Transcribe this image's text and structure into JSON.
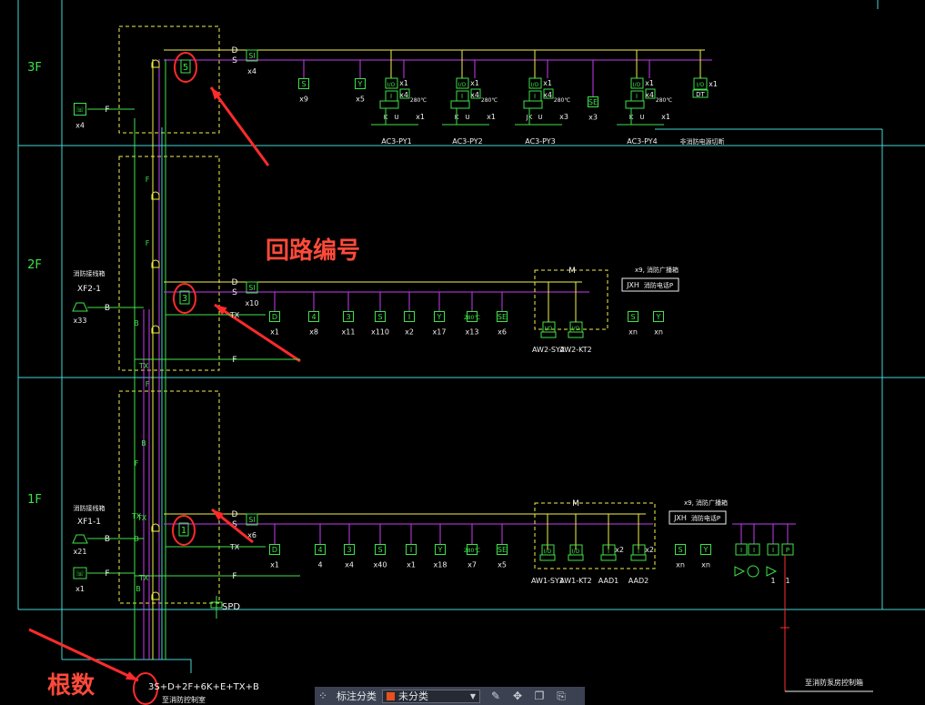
{
  "floors": [
    "3F",
    "2F",
    "1F"
  ],
  "annotations": {
    "loop_number": "回路编号",
    "conductor_count": "根数"
  },
  "loop_numbers": [
    "5",
    "3",
    "1"
  ],
  "bus_labels": {
    "d": "D",
    "s": "S",
    "tx": "TX",
    "f": "F",
    "b": "B"
  },
  "riser_labels": [
    "F",
    "F",
    "F",
    "B",
    "TX",
    "F",
    "B",
    "TX",
    "B",
    "TX",
    "B",
    "TX"
  ],
  "loop_devices": [
    {
      "mark": "SI",
      "count": "x4"
    },
    {
      "mark": "SI",
      "count": "x10"
    },
    {
      "mark": "SI",
      "count": "x6"
    }
  ],
  "floor3": {
    "phone": {
      "mark": "☏",
      "count": "x4"
    },
    "devices": [
      {
        "mark": "S",
        "count": "x9"
      },
      {
        "mark": "Y",
        "count": "x5"
      }
    ],
    "dampers": [
      {
        "count1": "x1",
        "count2": "x4",
        "temp": "280℃",
        "k": "K",
        "u": "U",
        "count3": "x1",
        "label": "AC3-PY1"
      },
      {
        "count1": "x1",
        "count2": "x4",
        "temp": "280℃",
        "k": "K",
        "u": "U",
        "count3": "x1",
        "label": "AC3-PY2"
      },
      {
        "count1": "x1",
        "count2": "x4",
        "temp": "280℃",
        "k": "JK",
        "u": "U",
        "count3": "x3",
        "label": "AC3-PY3"
      },
      {
        "count1": "x1",
        "count2": "x4",
        "temp": "280℃",
        "k": "K",
        "u": "U",
        "count3": "x1",
        "label": "AC3-PY4"
      }
    ],
    "se": {
      "mark": "SE",
      "count": "x3"
    },
    "dt": {
      "mark": "I/O",
      "count": "x1",
      "label": "DT"
    },
    "aux_label": "非消防电源切断"
  },
  "floor2": {
    "panel": {
      "title": "消防接线箱",
      "id": "XF2-1"
    },
    "hydrant": {
      "count": "x33"
    },
    "devices": [
      {
        "mark": "D",
        "count": "x1"
      },
      {
        "mark": "4",
        "count": "x8"
      },
      {
        "mark": "3",
        "count": "x11"
      },
      {
        "mark": "S",
        "count": "x110"
      },
      {
        "mark": "I",
        "count": "x2"
      },
      {
        "mark": "Y",
        "count": "x17"
      },
      {
        "mark": "280℃",
        "count": "x13"
      },
      {
        "mark": "SE",
        "count": "x6"
      }
    ],
    "m_label": "M",
    "modules": [
      {
        "label": "AW2-SY2"
      },
      {
        "label": "AW2-KT2"
      }
    ],
    "jxh": {
      "title": "x9, 消防广播箱",
      "left": "JXH",
      "right": "消防电话P",
      "counts": [
        "xn",
        "xn"
      ]
    }
  },
  "floor1": {
    "panel": {
      "title": "消防接线箱",
      "id": "XF1-1"
    },
    "hydrant": {
      "count": "x21"
    },
    "phone": {
      "count": "x1"
    },
    "devices": [
      {
        "mark": "D",
        "count": "x1"
      },
      {
        "mark": "4",
        "count": "4"
      },
      {
        "mark": "3",
        "count": "x4"
      },
      {
        "mark": "S",
        "count": "x40"
      },
      {
        "mark": "I",
        "count": "x1"
      },
      {
        "mark": "Y",
        "count": "x18"
      },
      {
        "mark": "280℃",
        "count": "x7"
      },
      {
        "mark": "SE",
        "count": "x5"
      }
    ],
    "m_label": "M",
    "modules": [
      {
        "label": "AW1-SY2",
        "count": ""
      },
      {
        "label": "AW1-KT2",
        "count": ""
      },
      {
        "label": "AAD1",
        "count": "x2"
      },
      {
        "label": "AAD2",
        "count": "x2"
      }
    ],
    "jxh": {
      "title": "x9, 消防广播箱",
      "left": "JXH",
      "right": "消防电话P",
      "counts": [
        "xn",
        "xn"
      ]
    },
    "pump": {
      "counts": [
        "1",
        "1"
      ]
    },
    "spd": "SPD"
  },
  "trunk": {
    "spec": "3S+D+2F+6K+E+TX+B",
    "name": "至消防控制室"
  },
  "bottom_right": "至消防泵房控制箱",
  "toolbar": {
    "label": "标注分类",
    "value": "未分类"
  },
  "colors": {
    "cyan": "#49d3d3",
    "yellow": "#f2f24a",
    "magenta": "#c93cf5",
    "green": "#3fe24a",
    "red": "#ff2b2b",
    "white": "#f0f0f0"
  }
}
